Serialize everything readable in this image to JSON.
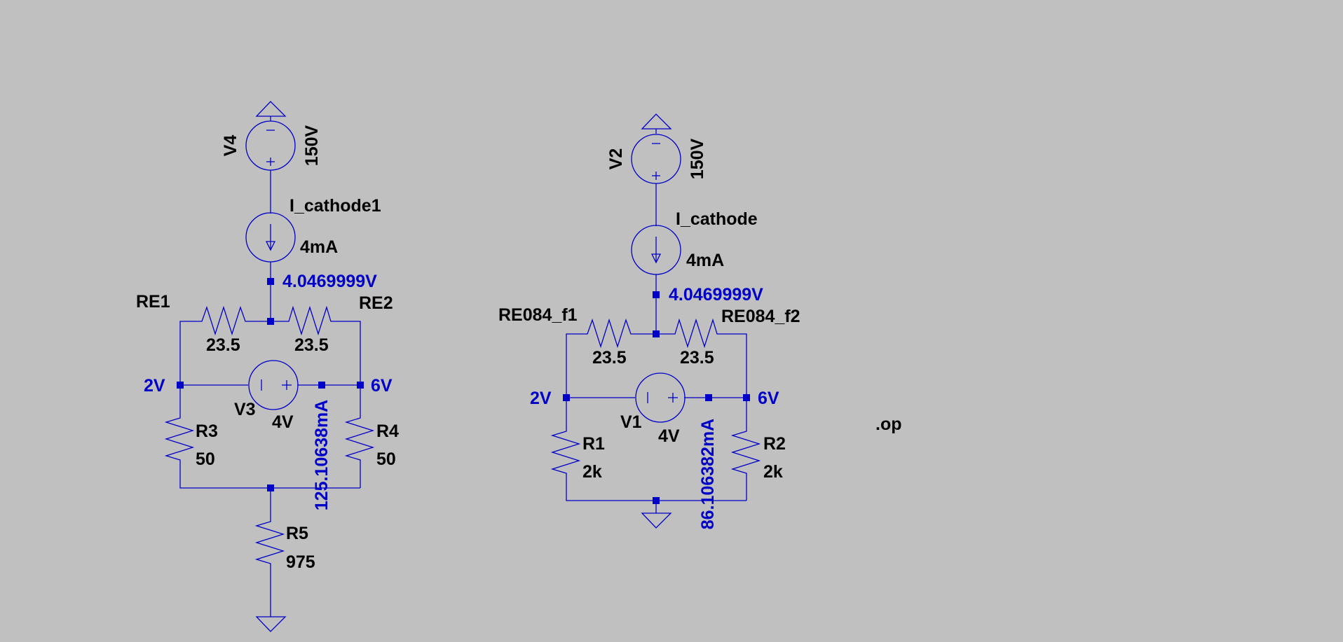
{
  "schematic": {
    "colors": {
      "background": "#c0c0c0",
      "wire": "#0000c8",
      "text": "#000000",
      "annotation": "#0000c8"
    },
    "left": {
      "supply": {
        "name": "V4",
        "value": "150V"
      },
      "current_source": {
        "name": "I_cathode1",
        "value": "4mA"
      },
      "top_node_voltage": "4.0469999V",
      "re_left": {
        "name": "RE1",
        "value": "23.5"
      },
      "re_right": {
        "name": "RE2",
        "value": "23.5"
      },
      "left_node_voltage": "2V",
      "right_node_voltage": "6V",
      "bridge_source": {
        "name": "V3",
        "value": "4V"
      },
      "bridge_current": "125.10638mA",
      "r_left": {
        "name": "R3",
        "value": "50"
      },
      "r_right": {
        "name": "R4",
        "value": "50"
      },
      "r_bottom": {
        "name": "R5",
        "value": "975"
      }
    },
    "right": {
      "supply": {
        "name": "V2",
        "value": "150V"
      },
      "current_source": {
        "name": "I_cathode",
        "value": "4mA"
      },
      "top_node_voltage": "4.0469999V",
      "re_left": {
        "name": "RE084_f1",
        "value": "23.5"
      },
      "re_right": {
        "name": "RE084_f2",
        "value": "23.5"
      },
      "left_node_voltage": "2V",
      "right_node_voltage": "6V",
      "bridge_source": {
        "name": "V1",
        "value": "4V"
      },
      "bridge_current": "86.106382mA",
      "r_left": {
        "name": "R1",
        "value": "2k"
      },
      "r_right": {
        "name": "R2",
        "value": "2k"
      }
    },
    "directive": ".op"
  }
}
